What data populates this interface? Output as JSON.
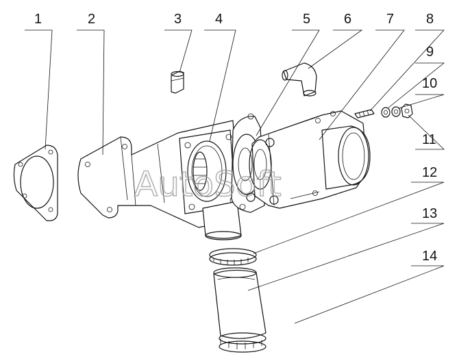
{
  "watermark": "AutoSoft",
  "callouts": [
    {
      "id": "callout-1",
      "label": "1"
    },
    {
      "id": "callout-2",
      "label": "2"
    },
    {
      "id": "callout-3",
      "label": "3"
    },
    {
      "id": "callout-4",
      "label": "4"
    },
    {
      "id": "callout-5",
      "label": "5"
    },
    {
      "id": "callout-6",
      "label": "6"
    },
    {
      "id": "callout-7",
      "label": "7"
    },
    {
      "id": "callout-8",
      "label": "8"
    },
    {
      "id": "callout-9",
      "label": "9"
    },
    {
      "id": "callout-10",
      "label": "10"
    },
    {
      "id": "callout-11",
      "label": "11"
    },
    {
      "id": "callout-12",
      "label": "12"
    },
    {
      "id": "callout-13",
      "label": "13"
    },
    {
      "id": "callout-14",
      "label": "14"
    }
  ]
}
